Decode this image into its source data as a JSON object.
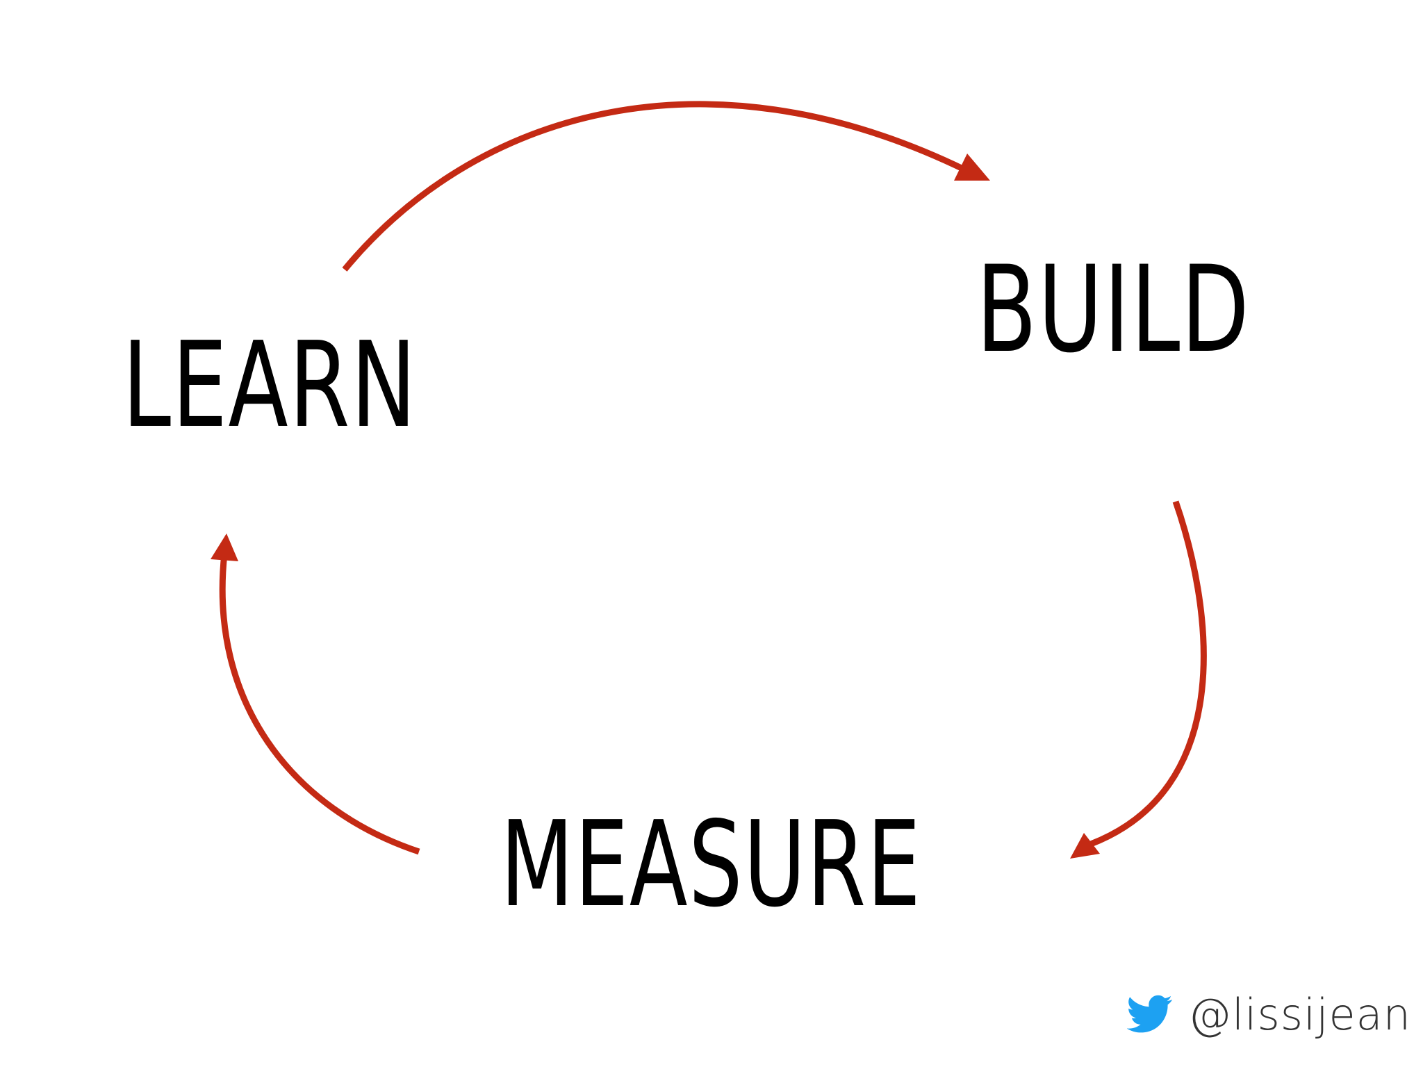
{
  "stages": {
    "learn": "LEARN",
    "build": "BUILD",
    "measure": "MEASURE"
  },
  "footer": {
    "icon": "twitter-bird-icon",
    "handle": "@lissijean"
  },
  "colors": {
    "arrow": "#C42A14",
    "text": "#000000",
    "twitter_blue": "#1DA1F2",
    "handle_text": "#333333"
  }
}
